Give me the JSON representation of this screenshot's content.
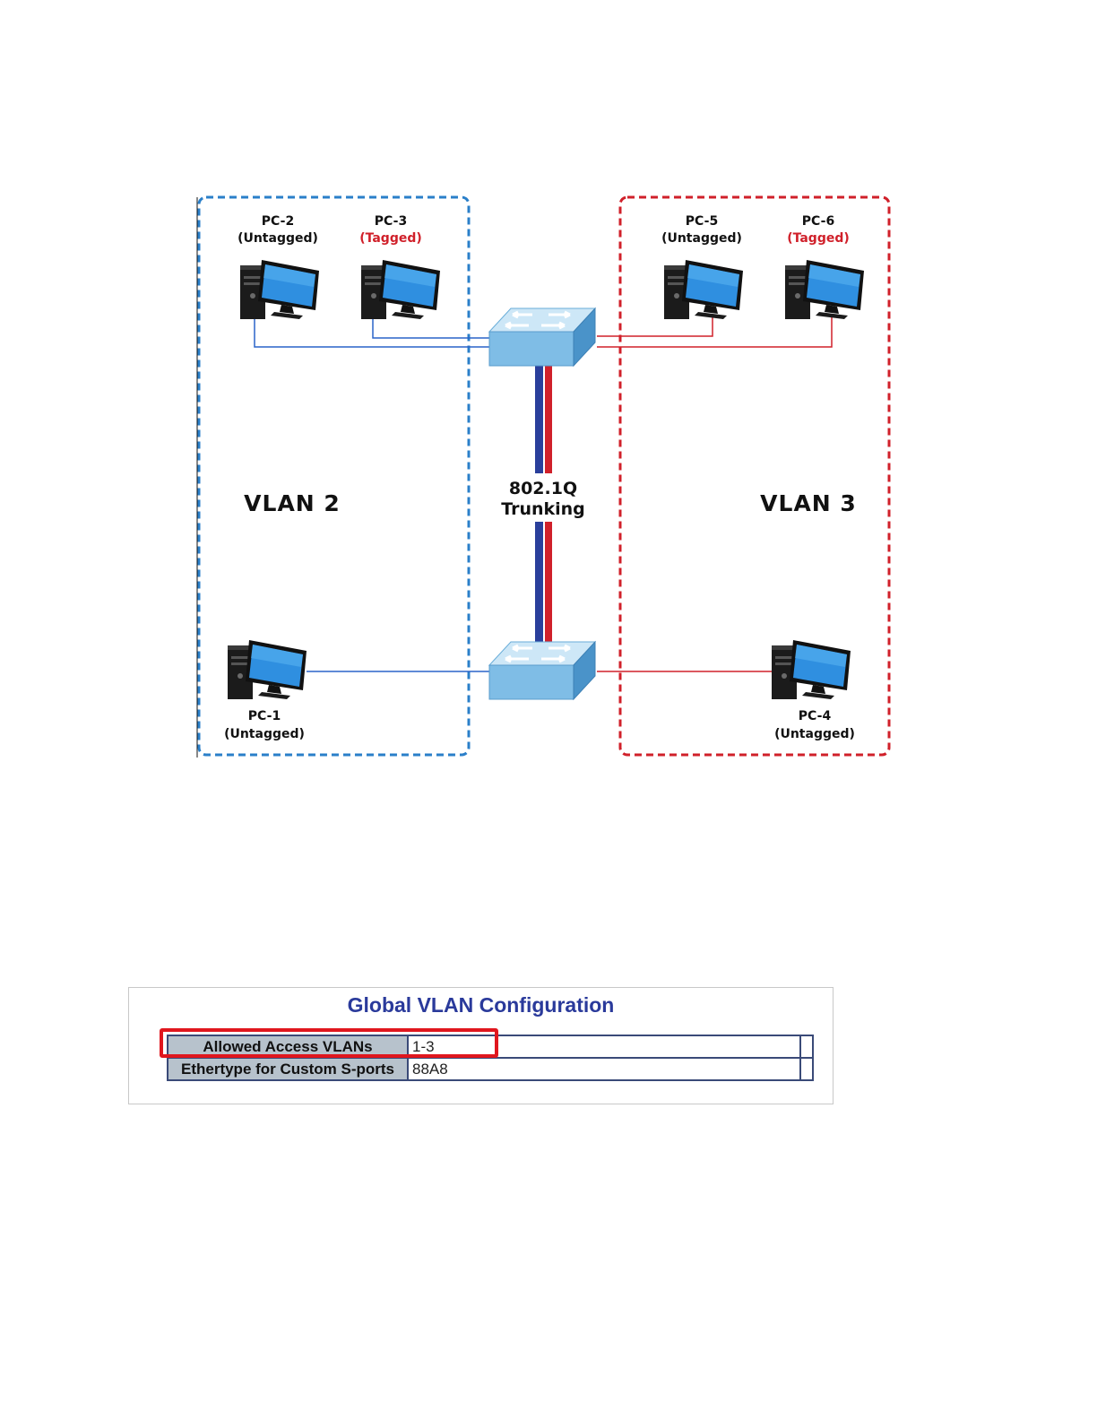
{
  "diagram": {
    "vlan_left": "VLAN 2",
    "vlan_right": "VLAN 3",
    "trunk_line1": "802.1Q",
    "trunk_line2": "Trunking",
    "pcs": {
      "pc2": {
        "name": "PC-2",
        "mode": "(Untagged)"
      },
      "pc3": {
        "name": "PC-3",
        "mode": "(Tagged)"
      },
      "pc5": {
        "name": "PC-5",
        "mode": "(Untagged)"
      },
      "pc6": {
        "name": "PC-6",
        "mode": "(Tagged)"
      },
      "pc1": {
        "name": "PC-1",
        "mode": "(Untagged)"
      },
      "pc4": {
        "name": "PC-4",
        "mode": "(Untagged)"
      }
    },
    "colors": {
      "vlan2": "#2a7fc9",
      "vlan3": "#d0202a",
      "tagged_text": "#d0202a"
    }
  },
  "config": {
    "title": "Global VLAN Configuration",
    "rows": [
      {
        "label": "Allowed Access VLANs",
        "value": "1-3"
      },
      {
        "label": "Ethertype for Custom S-ports",
        "value": "88A8"
      }
    ]
  }
}
